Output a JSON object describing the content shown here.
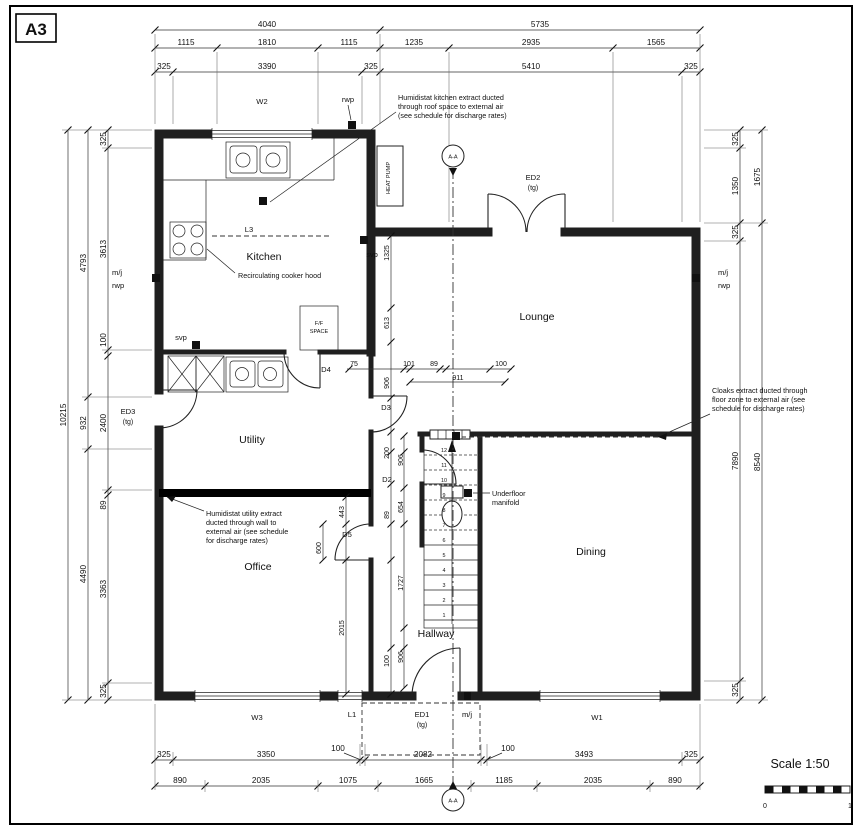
{
  "sheet": {
    "label": "A3",
    "scale_title": "Scale 1:50",
    "scale_zero": "0",
    "scale_one": "1"
  },
  "rooms": {
    "kitchen": "Kitchen",
    "lounge": "Lounge",
    "utility": "Utility",
    "office": "Office",
    "dining": "Dining",
    "hallway": "Hallway"
  },
  "labels": {
    "w1": "W1",
    "w2": "W2",
    "w3": "W3",
    "l1": "L1",
    "l3": "L3",
    "d2": "D2",
    "d3": "D3",
    "d4": "D4",
    "d5": "D5",
    "ed1": "ED1",
    "ed2": "ED2",
    "ed3": "ED3",
    "tg": "(tg)",
    "rwp": "rwp",
    "svp": "svp",
    "mj": "m/j",
    "heat_pump": "HEAT PUMP",
    "ff_line1": "F/F",
    "ff_line2": "SPACE",
    "section": "A-A"
  },
  "ann": {
    "kitchen_extract": [
      "Humidistat kitchen extract ducted",
      "through roof space to external air",
      "(see schedule for discharge rates)"
    ],
    "cooker_hood": "Recirculating cooker hood",
    "cloaks": [
      "Cloaks extract ducted through",
      "floor zone to external air (see",
      "schedule for discharge rates)"
    ],
    "utility_extract": [
      "Humidistat utility extract",
      "ducted through wall to",
      "external air (see schedule",
      "for discharge rates)"
    ],
    "manifold": [
      "Underfloor",
      "manifold"
    ]
  },
  "dims": {
    "top1": [
      "4040",
      "5735"
    ],
    "top2": [
      "1115",
      "1810",
      "1115",
      "1235",
      "2935",
      "1565"
    ],
    "top3": [
      "325",
      "3390",
      "325",
      "5410",
      "325"
    ],
    "left1": "10215",
    "left2": [
      "4793",
      "932",
      "4490"
    ],
    "left3": [
      "325",
      "3613",
      "100",
      "2400",
      "89",
      "3363",
      "325"
    ],
    "right1": [
      "325",
      "1350",
      "325",
      "7890",
      "325"
    ],
    "right2": [
      "1675",
      "8540"
    ],
    "bottom1": [
      "325",
      "3350",
      "2082",
      "3493",
      "325"
    ],
    "bottom1_gaps": [
      "100",
      "100"
    ],
    "bottom2": [
      "890",
      "2035",
      "1075",
      "1665",
      "1185",
      "2035",
      "890"
    ],
    "inner_v1": [
      "1325",
      "613",
      "906",
      "200",
      "89",
      "100"
    ],
    "inner_v2": [
      "906",
      "654",
      "1727",
      "906"
    ],
    "inner_h": [
      "75",
      "101",
      "89",
      "100"
    ],
    "inner_h911": "911",
    "office_v": [
      "443",
      "600",
      "2015"
    ]
  },
  "stairs": {
    "treads": [
      "1",
      "2",
      "3",
      "4",
      "5",
      "6",
      "7",
      "8",
      "9",
      "10",
      "11",
      "12"
    ]
  }
}
